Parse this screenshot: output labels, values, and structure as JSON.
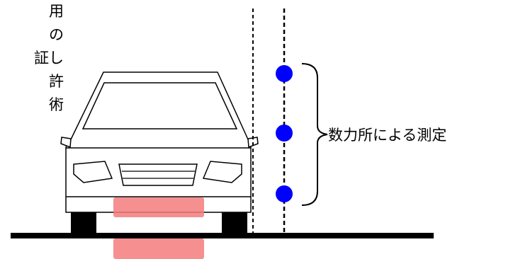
{
  "left_text_lines": [
    "用",
    "の",
    "証し",
    "許",
    "術"
  ],
  "measurement_label": "数力所による測定",
  "colors": {
    "point": "#0000ff",
    "sensor_zone": "#f47b7b",
    "outline": "#000000"
  }
}
